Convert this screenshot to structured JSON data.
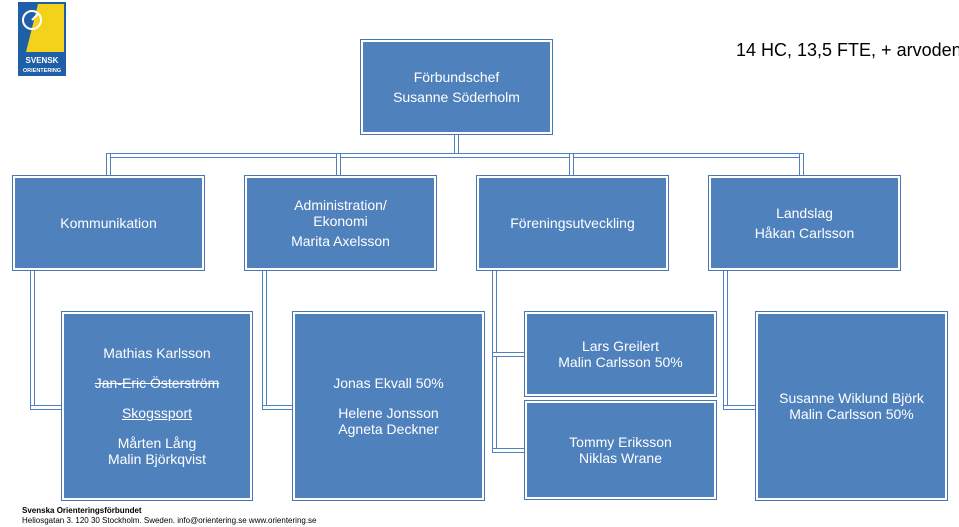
{
  "logo": {
    "text_top": "SVENSK",
    "text_bottom": "ORIENTERING",
    "icon": "compass-flag-logo"
  },
  "summary": "14 HC, 13,5 FTE, + arvoden",
  "top": {
    "title": "Förbundschef",
    "name": "Susanne Söderholm"
  },
  "level2": [
    {
      "lines": [
        "Kommunikation"
      ]
    },
    {
      "lines": [
        "Administration/",
        "Ekonomi",
        "Marita Axelsson"
      ]
    },
    {
      "lines": [
        "Föreningsutveckling"
      ]
    },
    {
      "lines": [
        "Landslag",
        "Håkan Carlsson"
      ]
    }
  ],
  "level3": {
    "kommunikation": {
      "line1": "Mathias Karlsson",
      "line2": "Jan-Eric Österström",
      "line3": "Skogssport",
      "line4": "Mårten Lång",
      "line5": "Malin Björkqvist"
    },
    "administration": {
      "line1": "Jonas Ekvall 50%",
      "line2": "Helene Jonsson",
      "line3": "Agneta Deckner"
    },
    "foreningsutveckling_a": {
      "line1": "Lars Greilert",
      "line2": "Malin Carlsson 50%"
    },
    "foreningsutveckling_b": {
      "line1": "Tommy Eriksson",
      "line2": "Niklas Wrane"
    },
    "landslag": {
      "line1": "Susanne Wiklund Björk",
      "line2": "Malin Carlsson 50%"
    }
  },
  "footer": {
    "org": "Svenska Orienteringsförbundet",
    "address": "Heliosgatan 3. 120 30 Stockholm. Sweden. info@orientering.se www.orientering.se"
  },
  "colors": {
    "box": "#4f81bd",
    "logo_blue": "#1f5fa8",
    "logo_yellow": "#f3d21c"
  }
}
